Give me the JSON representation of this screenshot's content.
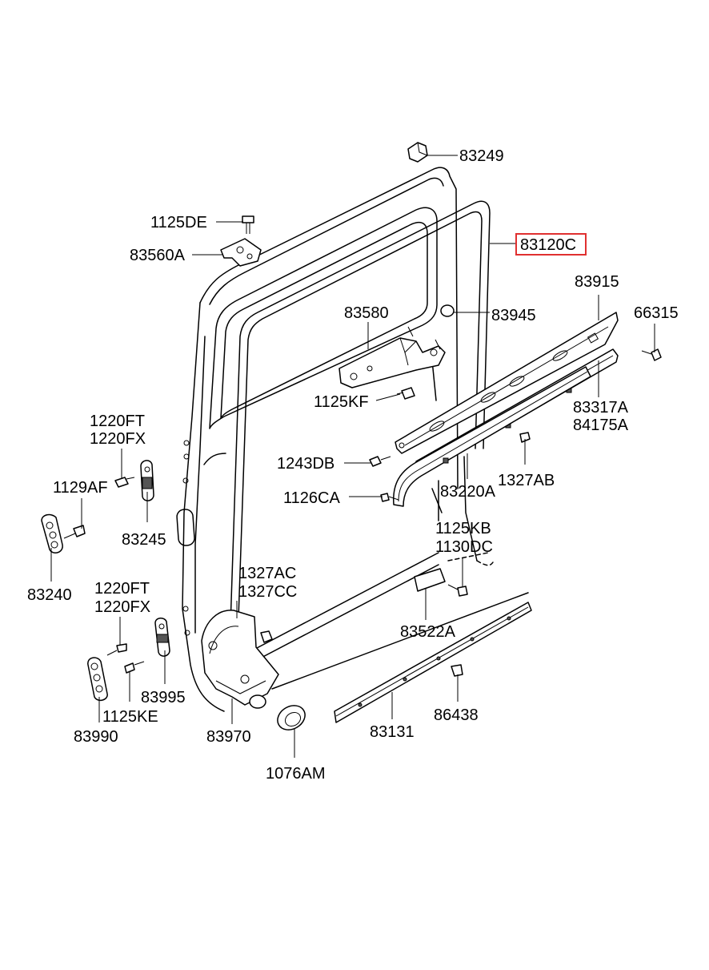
{
  "highlight_color": "#e03030",
  "callouts": {
    "p83249": "83249",
    "p1125DE": "1125DE",
    "p83560A": "83560A",
    "p83120C": "83120C",
    "p83915": "83915",
    "p66315": "66315",
    "p83580": "83580",
    "p83945": "83945",
    "p1125KF": "1125KF",
    "p83317A": "83317A",
    "p84175A": "84175A",
    "p1220FT_a": "1220FT",
    "p1220FX_a": "1220FX",
    "p1129AF": "1129AF",
    "p83245": "83245",
    "p1243DB": "1243DB",
    "p1327AB": "1327AB",
    "p1126CA": "1126CA",
    "p83220A": "83220A",
    "p1125KB": "1125KB",
    "p1130DC": "1130DC",
    "p83240": "83240",
    "p1327AC": "1327AC",
    "p1327CC": "1327CC",
    "p1220FT_b": "1220FT",
    "p1220FX_b": "1220FX",
    "p83522A": "83522A",
    "p83995": "83995",
    "p86438": "86438",
    "p1125KE": "1125KE",
    "p83990": "83990",
    "p83970": "83970",
    "p83131": "83131",
    "p1076AM": "1076AM"
  }
}
